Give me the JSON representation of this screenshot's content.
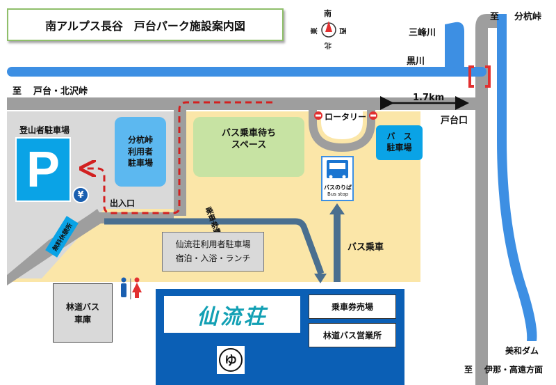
{
  "title": "南アルプス長谷　戸台パーク施設案内図",
  "compass": {
    "south": "南",
    "north": "北",
    "east": "東",
    "west": "西"
  },
  "labels": {
    "mine_river": "三峰川",
    "to_bunkuri_prefix": "至",
    "to_bunkuri": "分杭峠",
    "kuro_river": "黒川",
    "to_todai_prefix": "至",
    "to_todai": "戸台・北沢峠",
    "distance": "1.7km",
    "todai_entrance": "戸台口",
    "rotary": "ロータリー",
    "bus_parking": "バ　ス\n駐車場",
    "climber_parking": "登山者駐車場",
    "parking_symbol": "P",
    "yen_symbol": "¥",
    "bunkuri_users_parking": "分杭峠\n利用者\n駐車場",
    "bus_waiting_space": "バス乗車待ち\nスペース",
    "bus_stop_jp": "バスのりば",
    "bus_stop_en": "Bus stop",
    "entrance_exit": "出入口",
    "ticket_purchase": "乗車券購入",
    "free_rest_area": "無料休憩所",
    "senryuso_users_parking_1": "仙流荘利用者駐車場",
    "senryuso_users_parking_2": "宿泊・入浴・ランチ",
    "boarding": "バス乗車",
    "forest_bus_garage": "林道バス\n車庫",
    "senryuso_logo": "仙流荘",
    "onsen_symbol": "ゆ",
    "ticket_office": "乗車券売場",
    "forest_bus_office": "林道バス営業所",
    "miwa_dam": "美和ダム",
    "to_ina_prefix": "至",
    "to_ina": "伊那・高遠方面"
  },
  "colors": {
    "river": "#3d8fe3",
    "road": "#9e9e9e",
    "plaza": "#fbe6a8",
    "lot": "#d9d9d9",
    "green": "#c7e3a3",
    "parking_blue": "#0aa3e6",
    "senryuso_blue": "#0b5fb5",
    "route_arrow": "#4a6f8f",
    "dashed_route": "#d22020"
  }
}
